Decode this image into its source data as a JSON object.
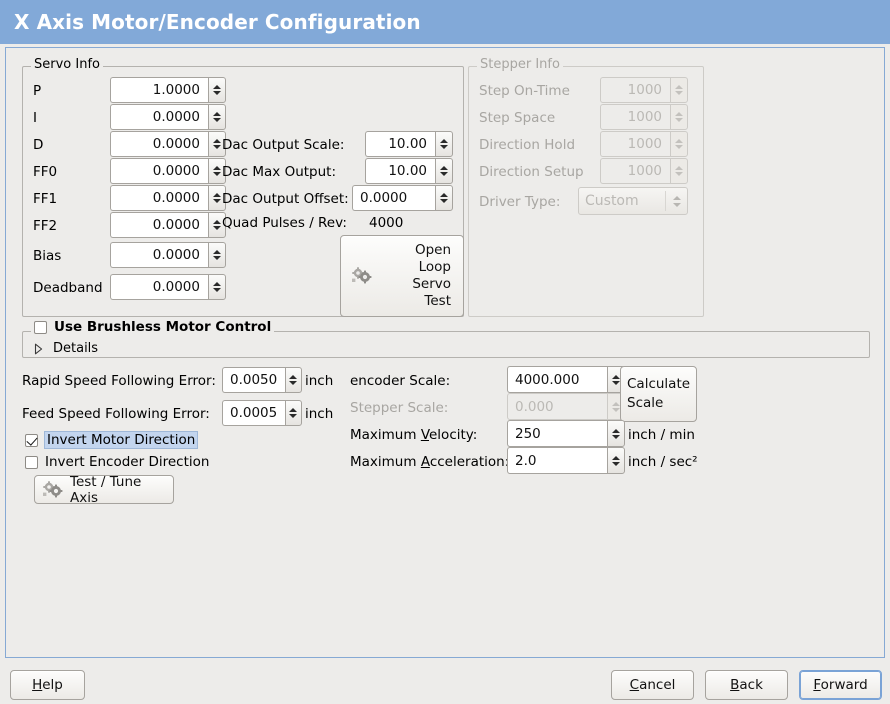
{
  "window": {
    "title": "X Axis Motor/Encoder Configuration"
  },
  "servo": {
    "frame_label": "Servo Info",
    "rows": [
      {
        "label": "P",
        "value": "1.0000"
      },
      {
        "label": "I",
        "value": "0.0000"
      },
      {
        "label": "D",
        "value": "0.0000"
      },
      {
        "label": "FF0",
        "value": "0.0000"
      },
      {
        "label": "FF1",
        "value": "0.0000"
      },
      {
        "label": "FF2",
        "value": "0.0000"
      },
      {
        "label": "Bias",
        "value": "0.0000"
      },
      {
        "label": "Deadband",
        "value": "0.0000"
      }
    ],
    "dac": [
      {
        "label": "Dac Output Scale:",
        "value": "10.00"
      },
      {
        "label": "Dac Max Output:",
        "value": "10.00"
      },
      {
        "label": "Dac Output Offset:",
        "value": "0.0000"
      }
    ],
    "quad_label": "Quad Pulses / Rev:",
    "quad_value": "4000",
    "open_loop_button": "Open\nLoop\nServo\nTest",
    "open_loop_lines": [
      "Open",
      "Loop",
      "Servo",
      "Test"
    ]
  },
  "stepper": {
    "frame_label": "Stepper Info",
    "disabled": true,
    "rows": [
      {
        "label": "Step On-Time",
        "value": "1000"
      },
      {
        "label": "Step Space",
        "value": "1000"
      },
      {
        "label": "Direction Hold",
        "value": "1000"
      },
      {
        "label": "Direction Setup",
        "value": "1000"
      }
    ],
    "driver_type_label": "Driver Type:",
    "driver_type_value": "Custom"
  },
  "brushless": {
    "checkbox_label": "Use Brushless Motor Control",
    "checked": false,
    "details_label": "Details",
    "expanded": false
  },
  "tuning": {
    "rapid_label": "Rapid Speed Following Error:",
    "rapid_value": "0.0050",
    "rapid_unit": "inch",
    "feed_label": "Feed Speed Following Error:",
    "feed_value": "0.0005",
    "feed_unit": "inch",
    "invert_motor_label": "Invert Motor Direction",
    "invert_motor_checked": true,
    "invert_encoder_label": "Invert Encoder Direction",
    "invert_encoder_checked": false,
    "test_tune_button": "Test / Tune Axis"
  },
  "scales": {
    "encoder_label": "encoder Scale:",
    "encoder_value": "4000.000",
    "stepper_label": "Stepper Scale:",
    "stepper_value": "0.000",
    "stepper_disabled": true,
    "calculate_button_lines": [
      "Calculate",
      "Scale"
    ],
    "max_velocity_label_pre": "Maximum ",
    "max_velocity_label_key": "V",
    "max_velocity_label_post": "elocity:",
    "max_velocity_value": "250",
    "max_velocity_unit": "inch / min",
    "max_accel_label_pre": "Maximum ",
    "max_accel_label_key": "A",
    "max_accel_label_post": "cceleration:",
    "max_accel_value": "2.0",
    "max_accel_unit": "inch / sec²"
  },
  "actions": {
    "help_pre": "H",
    "help_key": "H",
    "help_post": "elp",
    "help_label": "Help",
    "cancel_pre": "C",
    "cancel_post": "ancel",
    "cancel_label": "Cancel",
    "back_pre": "B",
    "back_post": "ack",
    "back_label": "Back",
    "forward_pre": "F",
    "forward_post": "orward",
    "forward_label": "Forward",
    "focused": "Forward"
  },
  "colors": {
    "titlebar": "#82a9d8",
    "window_bg": "#edecea",
    "panel_border": "#86a9d4",
    "focus_ring": "#7aa3d6",
    "selection": "#c3d5ee",
    "disabled_text": "#a8a6a2"
  }
}
